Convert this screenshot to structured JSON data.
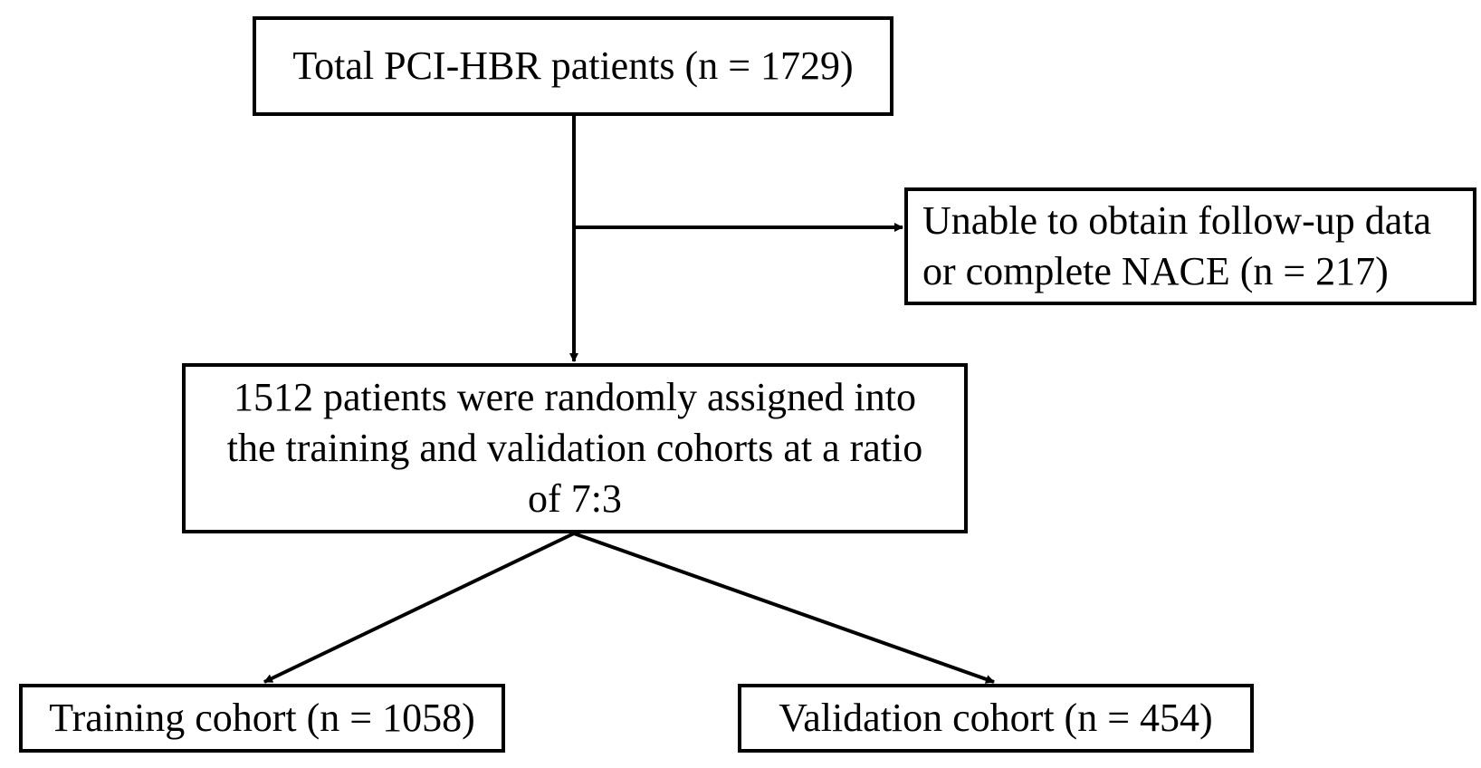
{
  "flowchart": {
    "total": {
      "text": "Total PCI-HBR patients (n = 1729)"
    },
    "excluded": {
      "line1": "Unable to obtain follow-up data",
      "line2": "or complete NACE (n = 217)"
    },
    "randomized": {
      "line1": "1512 patients were randomly assigned into",
      "line2": "the training and validation cohorts at a ratio",
      "line3": "of 7:3"
    },
    "training": {
      "text": "Training cohort (n = 1058)"
    },
    "validation": {
      "text": "Validation cohort (n = 454)"
    }
  },
  "colors": {
    "line": "#000000",
    "box_border": "#000000",
    "background": "#ffffff"
  }
}
